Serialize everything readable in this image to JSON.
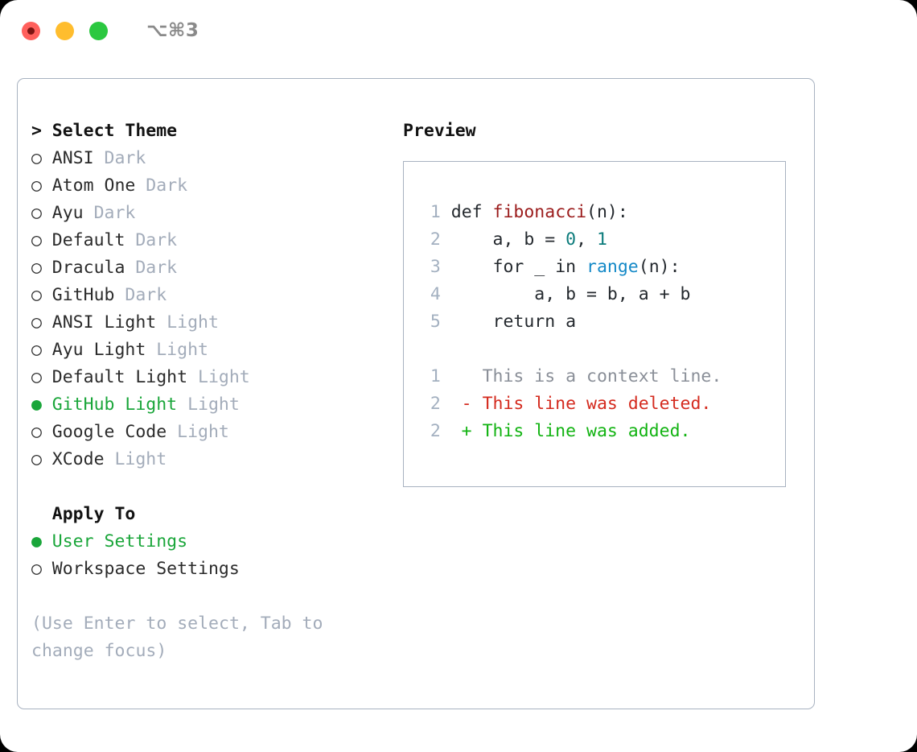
{
  "titlebar": {
    "shortcut": "⌥⌘3",
    "lights": [
      {
        "name": "close",
        "color": "#ff605c"
      },
      {
        "name": "minimize",
        "color": "#ffbd2e"
      },
      {
        "name": "maximize",
        "color": "#2bc840"
      }
    ]
  },
  "theme_list": {
    "header_marker": ">",
    "header": "Select Theme",
    "items": [
      {
        "marker": "○",
        "name": "ANSI",
        "category": "Dark",
        "selected": false
      },
      {
        "marker": "○",
        "name": "Atom One",
        "category": "Dark",
        "selected": false
      },
      {
        "marker": "○",
        "name": "Ayu",
        "category": "Dark",
        "selected": false
      },
      {
        "marker": "○",
        "name": "Default",
        "category": "Dark",
        "selected": false
      },
      {
        "marker": "○",
        "name": "Dracula",
        "category": "Dark",
        "selected": false
      },
      {
        "marker": "○",
        "name": "GitHub",
        "category": "Dark",
        "selected": false
      },
      {
        "marker": "○",
        "name": "ANSI Light",
        "category": "Light",
        "selected": false
      },
      {
        "marker": "○",
        "name": "Ayu Light",
        "category": "Light",
        "selected": false
      },
      {
        "marker": "○",
        "name": "Default Light",
        "category": "Light",
        "selected": false
      },
      {
        "marker": "●",
        "name": "GitHub Light",
        "category": "Light",
        "selected": true
      },
      {
        "marker": "○",
        "name": "Google Code",
        "category": "Light",
        "selected": false
      },
      {
        "marker": "○",
        "name": "XCode",
        "category": "Light",
        "selected": false
      }
    ]
  },
  "apply_to": {
    "label": "Apply To",
    "options": [
      {
        "marker": "●",
        "name": "User Settings",
        "selected": true
      },
      {
        "marker": "○",
        "name": "Workspace Settings",
        "selected": false
      }
    ]
  },
  "hint": "(Use Enter to select, Tab to change focus)",
  "preview": {
    "title": "Preview",
    "code_lines": [
      {
        "number": "1",
        "tokens": [
          {
            "text": "def ",
            "type": "plain"
          },
          {
            "text": "fibonacci",
            "type": "fn"
          },
          {
            "text": "(n):",
            "type": "plain"
          }
        ]
      },
      {
        "number": "2",
        "tokens": [
          {
            "text": "    a, b = ",
            "type": "plain"
          },
          {
            "text": "0",
            "type": "num"
          },
          {
            "text": ", ",
            "type": "plain"
          },
          {
            "text": "1",
            "type": "num"
          }
        ]
      },
      {
        "number": "3",
        "tokens": [
          {
            "text": "    for _ in ",
            "type": "plain"
          },
          {
            "text": "range",
            "type": "builtin"
          },
          {
            "text": "(n):",
            "type": "plain"
          }
        ]
      },
      {
        "number": "4",
        "tokens": [
          {
            "text": "        a, b = b, a + b",
            "type": "plain"
          }
        ]
      },
      {
        "number": "5",
        "tokens": [
          {
            "text": "    return a",
            "type": "plain"
          }
        ]
      }
    ],
    "diff_lines": [
      {
        "number": "1",
        "sign": " ",
        "text": "This is a context line.",
        "type": "context"
      },
      {
        "number": "2",
        "sign": "-",
        "text": "This line was deleted.",
        "type": "del"
      },
      {
        "number": "2",
        "sign": "+",
        "text": "This line was added.",
        "type": "add"
      }
    ]
  },
  "colors": {
    "selected_green": "#1aa63a",
    "muted_gray": "#a3acba",
    "border": "#a8b2c0",
    "token_function": "#9b1c1c",
    "token_number": "#0d7c7c",
    "token_builtin": "#1489c7",
    "diff_deleted": "#d42a1e",
    "diff_added": "#12b312",
    "diff_context": "#8a8f98"
  }
}
